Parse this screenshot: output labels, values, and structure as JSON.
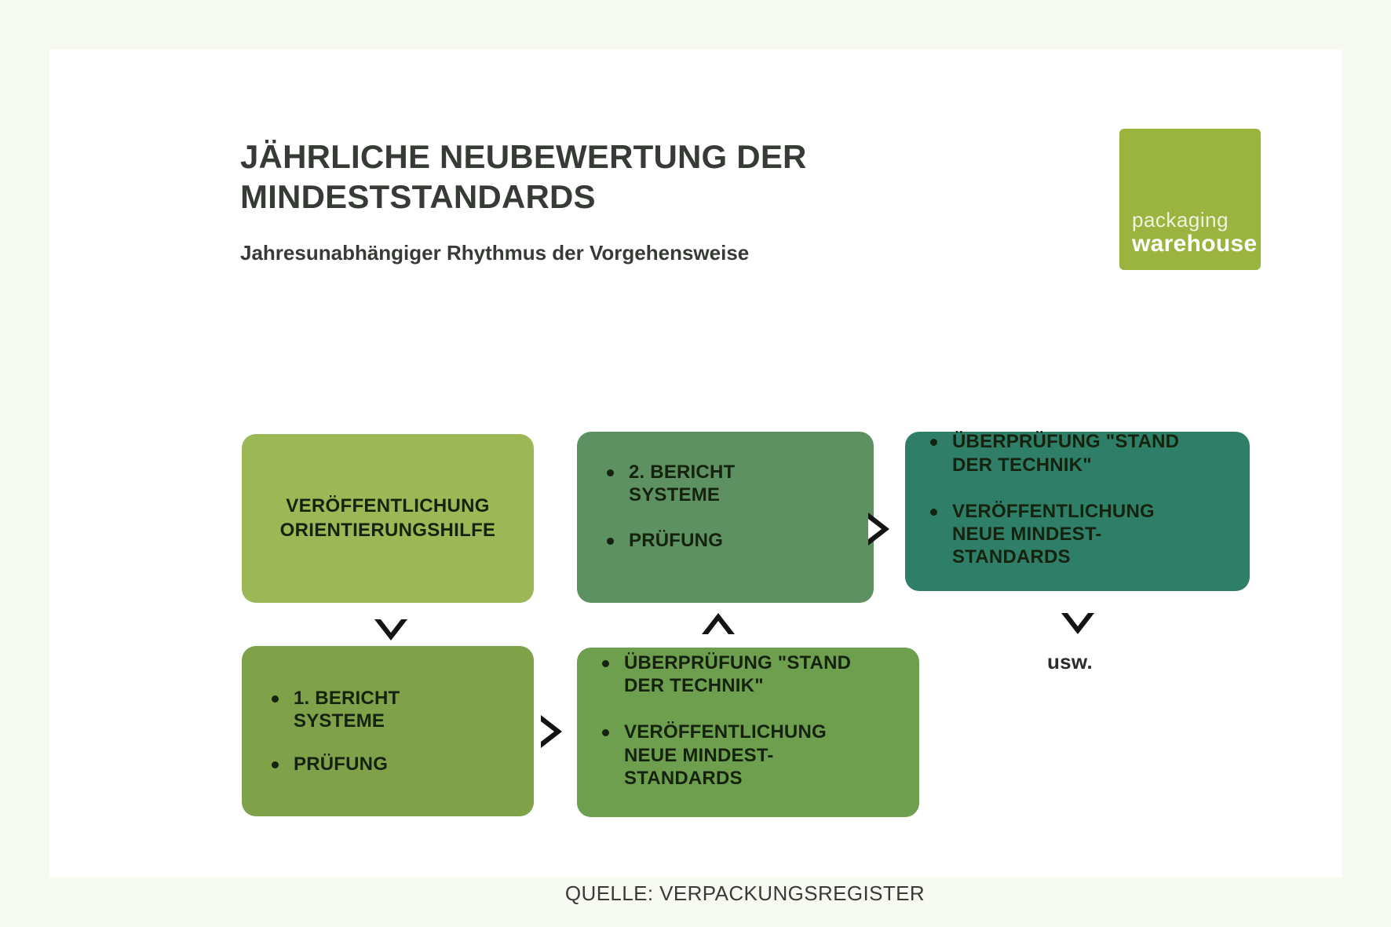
{
  "header": {
    "title": "JÄHRLICHE NEUBEWERTUNG DER MINDESTSTANDARDS",
    "subtitle": "Jahresunabhängiger Rhythmus der Vorgehensweise"
  },
  "logo": {
    "line1": "packaging",
    "line2": "warehouse",
    "background_color": "#9bb43f",
    "text_color": "#ffffff"
  },
  "flow": {
    "boxes": [
      {
        "id": "publication",
        "kind": "centered-title",
        "title": "VERÖFFENTLICHUNG\nORIENTIERUNGSHILFE",
        "color": "#9cb755"
      },
      {
        "id": "report2",
        "kind": "bullets",
        "bullets": [
          "2. BERICHT\n    SYSTEME",
          "PRÜFUNG"
        ],
        "color": "#5d9161"
      },
      {
        "id": "review-top",
        "kind": "bullets",
        "bullets": [
          "ÜBERPRÜFUNG \"STAND\nDER TECHNIK\"",
          "VERÖFFENTLICHUNG\nNEUE MINDEST-\nSTANDARDS"
        ],
        "color": "#2f7f68"
      },
      {
        "id": "report1",
        "kind": "bullets",
        "bullets": [
          "1. BERICHT\n    SYSTEME",
          "PRÜFUNG"
        ],
        "color": "#7fa149"
      },
      {
        "id": "review-bottom",
        "kind": "bullets",
        "bullets": [
          "ÜBERPRÜFUNG \"STAND\nDER TECHNIK\"",
          "VERÖFFENTLICHUNG\nNEUE MINDEST-\nSTANDARDS"
        ],
        "color": "#6e9f4e"
      }
    ],
    "connectors": [
      {
        "id": "pub-to-report1",
        "direction": "down"
      },
      {
        "id": "report1-to-review-bottom",
        "direction": "right"
      },
      {
        "id": "review-bottom-to-report2",
        "direction": "up"
      },
      {
        "id": "report2-to-review-top",
        "direction": "right"
      },
      {
        "id": "review-top-to-etc",
        "direction": "down"
      }
    ],
    "etc_label": "usw."
  },
  "footer": {
    "source": "QUELLE: VERPACKUNGSREGISTER"
  }
}
